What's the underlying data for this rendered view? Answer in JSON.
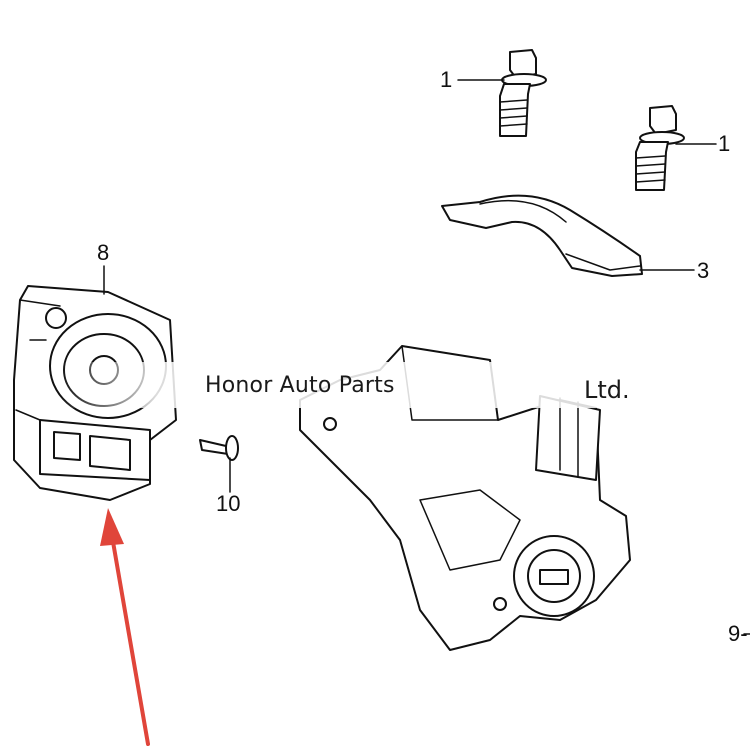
{
  "callouts": {
    "bolt_left": "1",
    "bolt_right": "1",
    "bracket": "3",
    "switch": "8",
    "screw": "10",
    "edge": "9-"
  },
  "watermark": {
    "text": "Honor Auto Parts",
    "suffix": "Ltd."
  },
  "colors": {
    "line": "#111111",
    "arrow": "#e0453a",
    "watermark_haze": "#ffffff"
  }
}
